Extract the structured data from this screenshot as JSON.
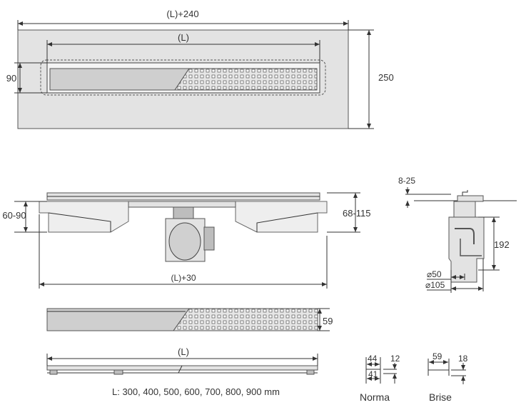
{
  "top_view": {
    "width_label": "(L)+240",
    "length_label": "(L)",
    "channel_width_label": "90",
    "plate_depth_label": "250"
  },
  "side_view": {
    "left_height_label": "60-90",
    "right_height_label": "68-115",
    "overall_length_label": "(L)+30"
  },
  "trap_view": {
    "height_range_label": "8-25",
    "depth_label": "192",
    "outlet_label": "⌀50",
    "body_label": "⌀105"
  },
  "grate_view": {
    "height_label": "59"
  },
  "bottom_view": {
    "length_label": "(L)",
    "lengths_note": "L: 300, 400, 500, 600, 700, 800, 900 mm"
  },
  "profiles": [
    {
      "name": "Norma",
      "top_width": "44",
      "bottom_width": "41",
      "height": "12"
    },
    {
      "name": "Brise",
      "top_width": "59",
      "height": "18"
    }
  ]
}
